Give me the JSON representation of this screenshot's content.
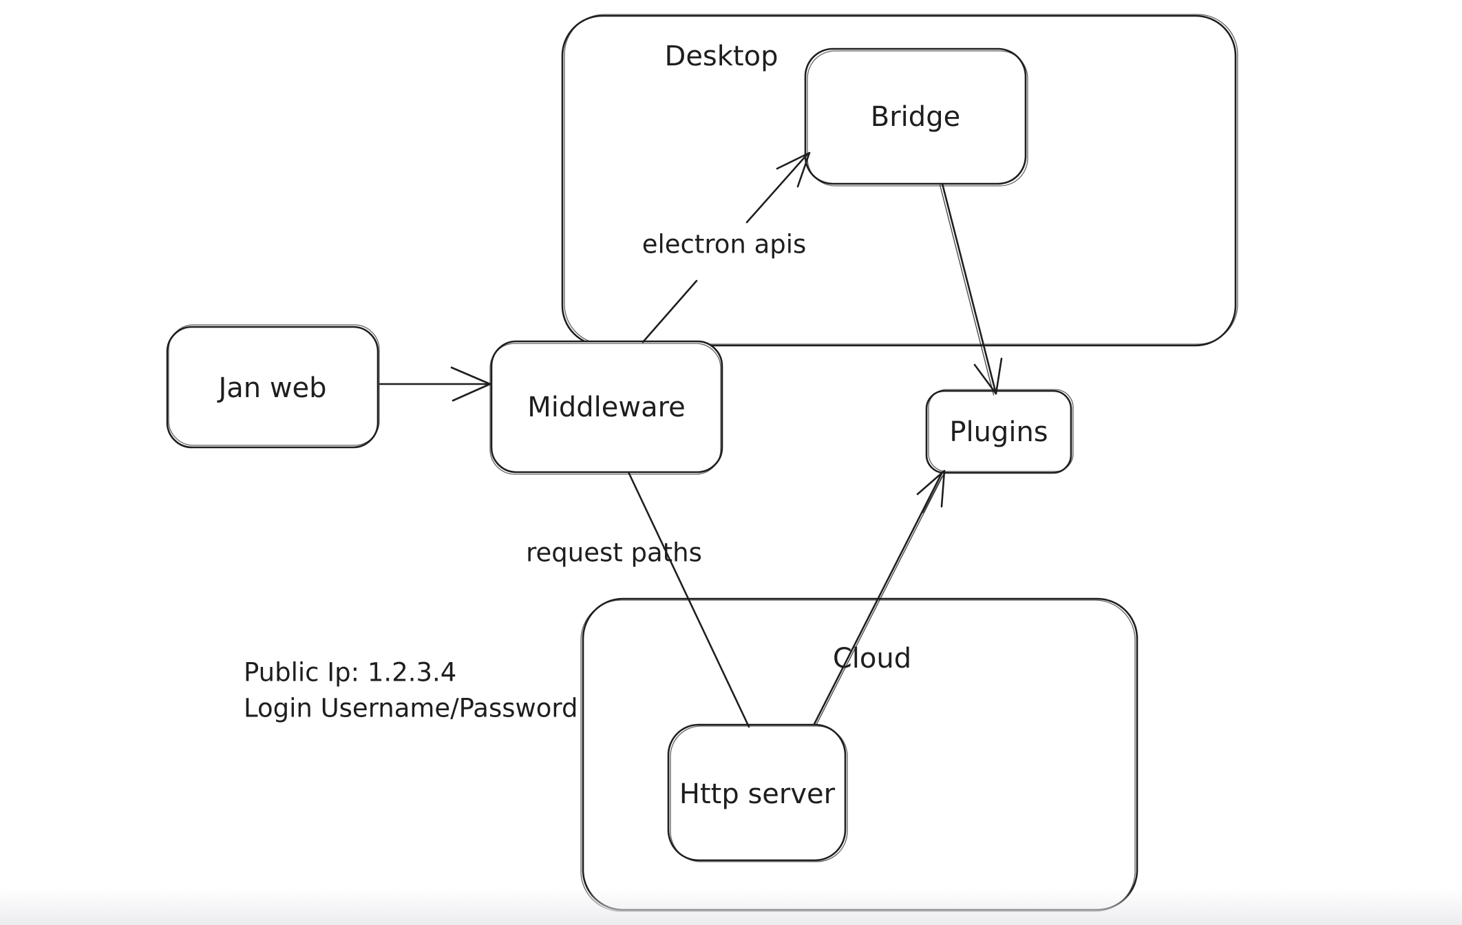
{
  "canvas": {
    "background": "#ffffff",
    "stroke_color": "#1e1e1e",
    "bottom_fade_color": "#ececef"
  },
  "containers": [
    {
      "id": "desktop",
      "label": "Desktop"
    },
    {
      "id": "cloud",
      "label": "Cloud"
    }
  ],
  "nodes": [
    {
      "id": "jan-web",
      "label": "Jan web"
    },
    {
      "id": "middleware",
      "label": "Middleware"
    },
    {
      "id": "bridge",
      "label": "Bridge"
    },
    {
      "id": "plugins",
      "label": "Plugins"
    },
    {
      "id": "http-server",
      "label": "Http server"
    }
  ],
  "edges": [
    {
      "id": "janweb-to-middleware",
      "from": "Jan web",
      "to": "Middleware",
      "label": ""
    },
    {
      "id": "middleware-to-bridge",
      "from": "Middleware",
      "to": "Bridge",
      "label": "electron apis"
    },
    {
      "id": "bridge-to-plugins",
      "from": "Bridge",
      "to": "Plugins",
      "label": ""
    },
    {
      "id": "middleware-to-httpserver",
      "from": "Middleware",
      "to": "Http server",
      "label": "request paths"
    },
    {
      "id": "httpserver-to-plugins",
      "from": "Http server",
      "to": "Plugins",
      "label": ""
    }
  ],
  "annotations": {
    "line1": "Public Ip: 1.2.3.4",
    "line2": "Login Username/Password"
  }
}
